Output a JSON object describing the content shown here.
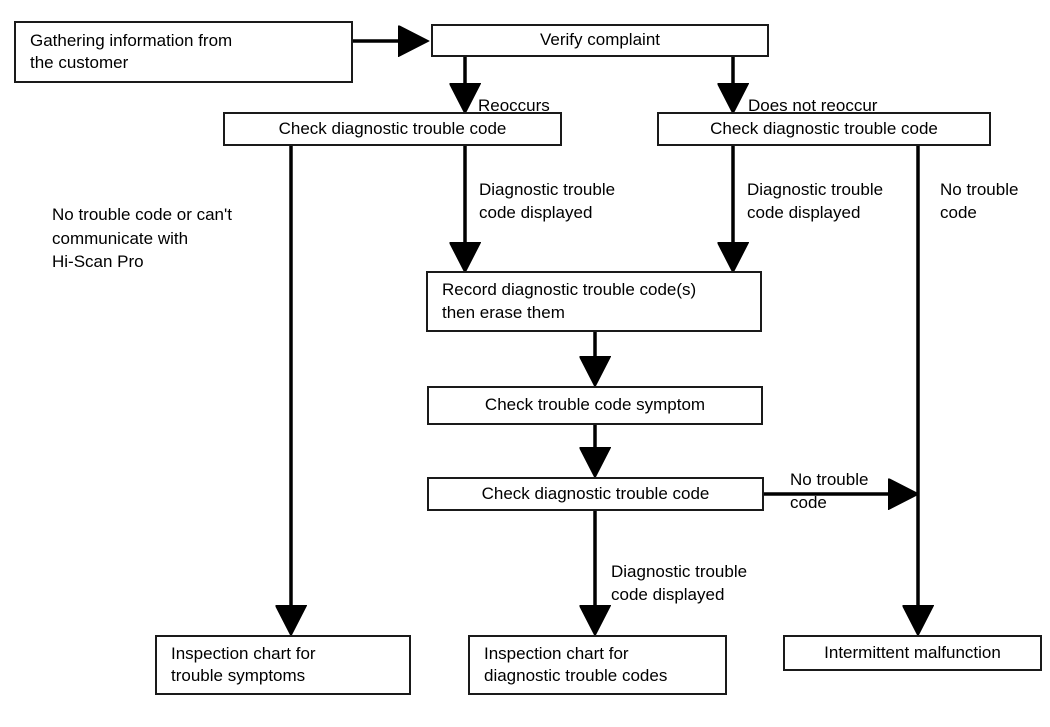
{
  "diagram": {
    "type": "flowchart",
    "title": "Diagnostic trouble code troubleshooting flow",
    "colors": {
      "stroke": "#1a1a1a",
      "fill": "#ffffff",
      "text": "#000000"
    },
    "nodes": [
      {
        "id": "gather",
        "label": "Gathering information from\nthe customer",
        "align": "left"
      },
      {
        "id": "verify",
        "label": "Verify complaint",
        "align": "center"
      },
      {
        "id": "check_left",
        "label": "Check diagnostic trouble code",
        "align": "center"
      },
      {
        "id": "check_right",
        "label": "Check diagnostic trouble code",
        "align": "center"
      },
      {
        "id": "record",
        "label": "Record diagnostic trouble code(s)\nthen erase them",
        "align": "left"
      },
      {
        "id": "symptom",
        "label": "Check trouble code symptom",
        "align": "center"
      },
      {
        "id": "check_mid",
        "label": "Check diagnostic trouble code",
        "align": "center"
      },
      {
        "id": "out_symptoms",
        "label": "Inspection chart for\ntrouble symptoms",
        "align": "left"
      },
      {
        "id": "out_codes",
        "label": "Inspection chart for\ndiagnostic trouble codes",
        "align": "left"
      },
      {
        "id": "out_intermit",
        "label": "Intermittent malfunction",
        "align": "center"
      }
    ],
    "edge_labels": [
      {
        "id": "reoccurs",
        "text": "Reoccurs"
      },
      {
        "id": "does_not_reoccur",
        "text": "Does not reoccur"
      },
      {
        "id": "dtc_left",
        "text": "Diagnostic trouble\ncode displayed"
      },
      {
        "id": "dtc_right",
        "text": "Diagnostic trouble\ncode displayed"
      },
      {
        "id": "no_code_right",
        "text": "No trouble\ncode"
      },
      {
        "id": "no_code_mid",
        "text": "No trouble\ncode"
      },
      {
        "id": "dtc_mid",
        "text": "Diagnostic trouble\ncode displayed"
      },
      {
        "id": "no_code_left",
        "text": "No trouble code or can't\ncommunicate with\nHi-Scan Pro"
      }
    ],
    "edges": [
      {
        "from": "gather",
        "to": "verify",
        "label": ""
      },
      {
        "from": "verify",
        "to": "check_left",
        "label": "Reoccurs"
      },
      {
        "from": "verify",
        "to": "check_right",
        "label": "Does not reoccur"
      },
      {
        "from": "check_left",
        "to": "out_symptoms",
        "label": "No trouble code or can't communicate with Hi-Scan Pro"
      },
      {
        "from": "check_left",
        "to": "record",
        "label": "Diagnostic trouble code displayed"
      },
      {
        "from": "check_right",
        "to": "record",
        "label": "Diagnostic trouble code displayed"
      },
      {
        "from": "check_right",
        "to": "out_intermit",
        "label": "No trouble code"
      },
      {
        "from": "record",
        "to": "symptom",
        "label": ""
      },
      {
        "from": "symptom",
        "to": "check_mid",
        "label": ""
      },
      {
        "from": "check_mid",
        "to": "out_codes",
        "label": "Diagnostic trouble code displayed"
      },
      {
        "from": "check_mid",
        "to": "out_intermit",
        "label": "No trouble code"
      }
    ]
  }
}
